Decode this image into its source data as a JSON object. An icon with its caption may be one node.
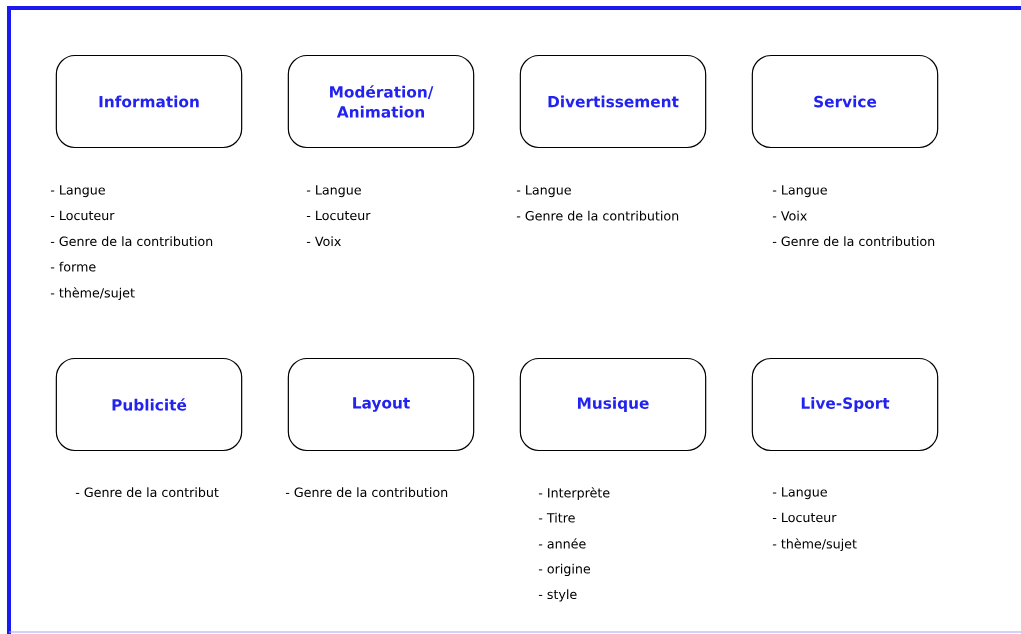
{
  "diagram": {
    "nodes": [
      {
        "text": [
          "Information"
        ],
        "beside": [
          "- Langue",
          "- Locuteur",
          "- Genre de la contribution",
          "- forme",
          "- thème/sujet"
        ]
      },
      {
        "text": [
          "Modération/ Animation"
        ],
        "beside": [
          "- Langue",
          "- Locuteur",
          "- Voix"
        ]
      },
      {
        "text": [
          "Divertissement"
        ],
        "beside": [
          "- Langue",
          "- Genre de la contribution"
        ]
      },
      {
        "text": [
          "Service"
        ],
        "beside": [
          "- Langue",
          "- Voix",
          "- Genre de la contribution"
        ]
      },
      {
        "text": [
          "Publicité"
        ],
        "beside": [
          "- Genre de la contribut"
        ]
      },
      {
        "text": [
          "Layout"
        ],
        "beside": [
          "- Genre de la contribution"
        ]
      },
      {
        "text": [
          "Musique"
        ],
        "beside": [
          "- Interprète",
          "- Titre",
          "- année",
          "- origine",
          "- style"
        ]
      },
      {
        "text": [
          "Live-Sport"
        ],
        "beside": [
          "- Langue",
          "- Locuteur",
          "- thème/sujet"
        ]
      }
    ]
  }
}
